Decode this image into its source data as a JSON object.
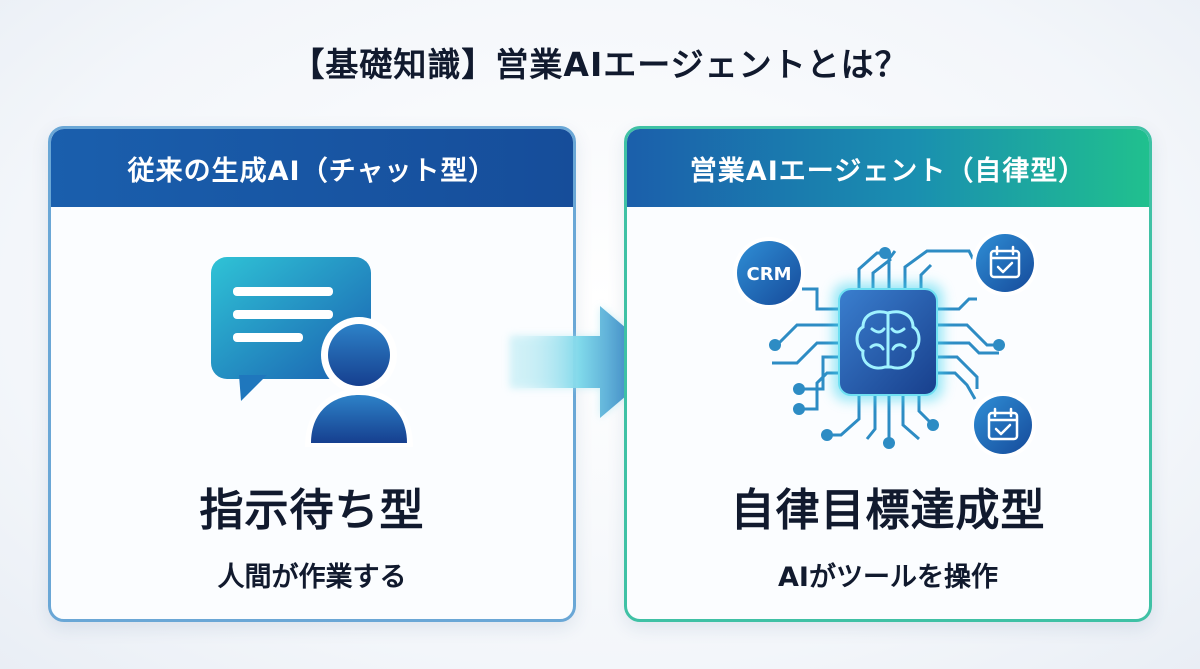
{
  "title": "【基礎知識】営業AIエージェントとは？",
  "left_panel": {
    "header": "従来の生成AI（チャット型）",
    "main_label": "指示待ち型",
    "sub_label": "人間が作業する",
    "icon": "chat-user-icon"
  },
  "right_panel": {
    "header": "営業AIエージェント（自律型）",
    "main_label": "自律目標達成型",
    "sub_label": "AIがツールを操作",
    "icon": "ai-chip-brain-icon",
    "crm_badge": "CRM",
    "tool_icons": [
      "calendar-check-icon",
      "calendar-check-icon"
    ]
  },
  "colors": {
    "left_header": "#1a5fad",
    "right_header_start": "#1b5fab",
    "right_header_end": "#20c08e",
    "left_border": "#6aa7d6",
    "right_border": "#3fc1a5",
    "text": "#111a2e"
  }
}
